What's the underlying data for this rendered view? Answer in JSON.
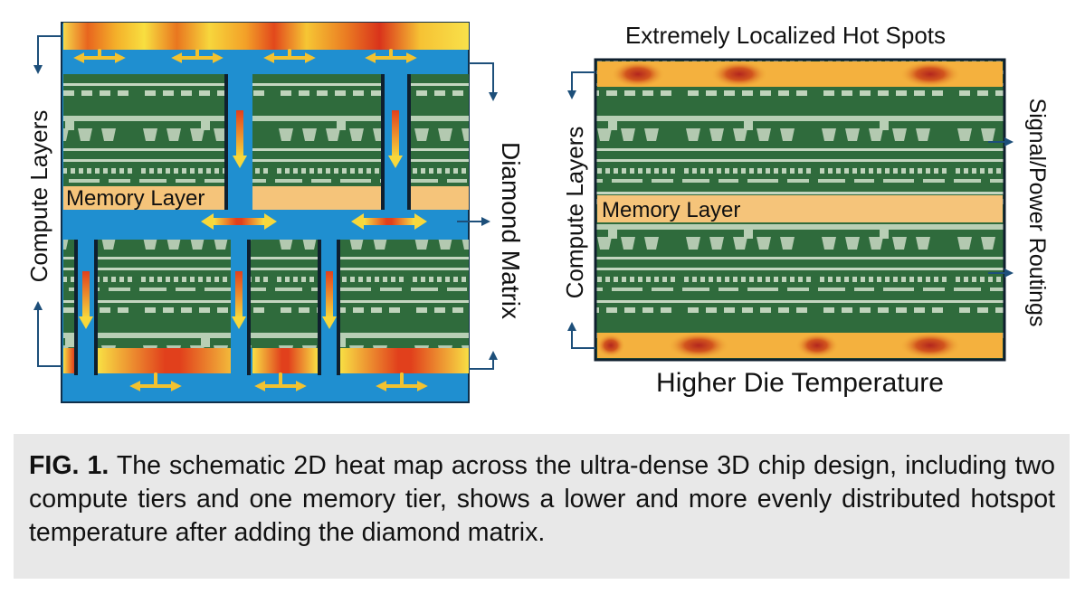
{
  "figure": {
    "left_panel": {
      "compute_label": "Compute Layers",
      "memory_label": "Memory Layer",
      "diamond_label": "Diamond Matrix"
    },
    "right_panel": {
      "top_label": "Extremely Localized Hot Spots",
      "compute_label": "Compute Layers",
      "memory_label": "Memory Layer",
      "routing_label": "Signal/Power Routings",
      "bottom_label": "Higher Die Temperature"
    }
  },
  "caption": {
    "label": "FIG. 1.",
    "text": " The schematic 2D heat map across the ultra-dense 3D chip design, including two compute tiers and one memory tier, shows a lower and more evenly distributed hotspot temperature after adding the diamond matrix."
  },
  "colors": {
    "diamond_blue": "#1f8fd0",
    "circuit_green": "#2f6b3c",
    "memory_tan": "#f5c47a",
    "heat_red": "#d8321a",
    "heat_yellow": "#f7df3a",
    "arrow_gold": "#f2c230"
  }
}
